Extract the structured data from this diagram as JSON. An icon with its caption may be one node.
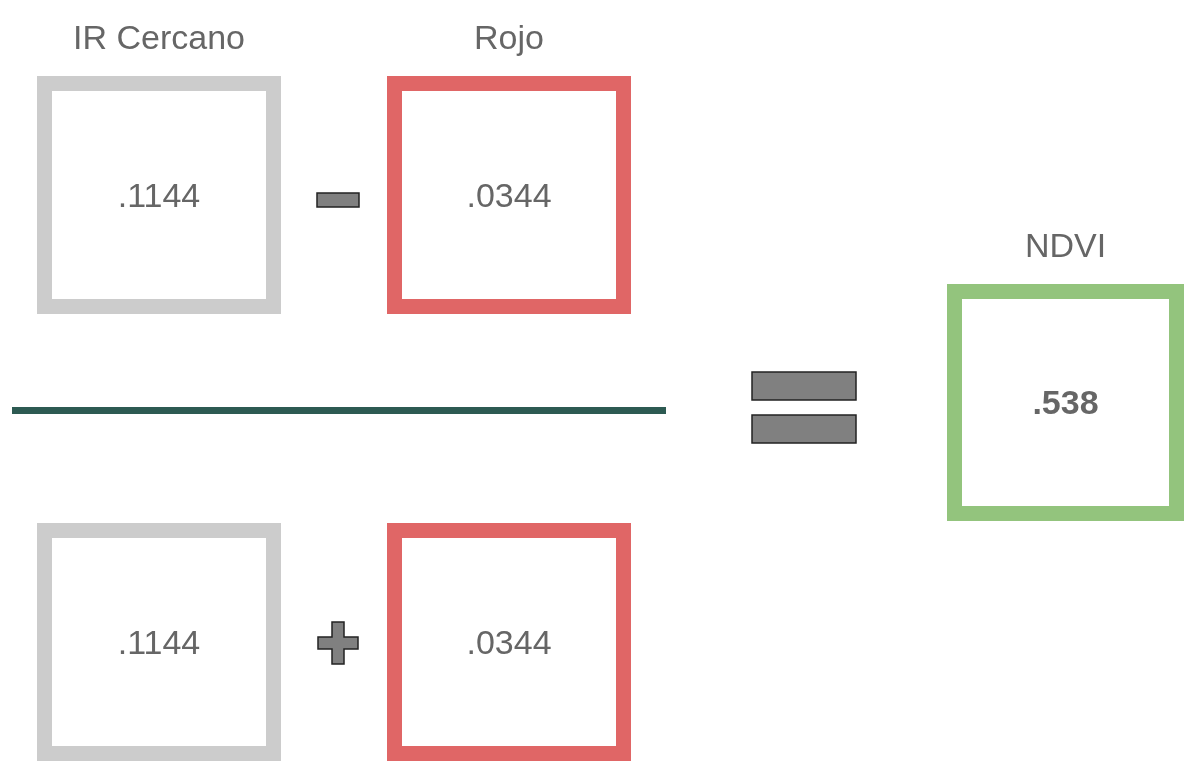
{
  "diagram": {
    "nodes": [
      {
        "text": [
          "IR Cercano",
          ".1144"
        ]
      },
      {
        "text": [
          "Rojo",
          ".0344"
        ]
      },
      {
        "text": [
          ".1144"
        ]
      },
      {
        "text": [
          ".0344"
        ]
      },
      {
        "text": [
          "NDVI",
          ".538"
        ]
      }
    ],
    "edges": []
  }
}
